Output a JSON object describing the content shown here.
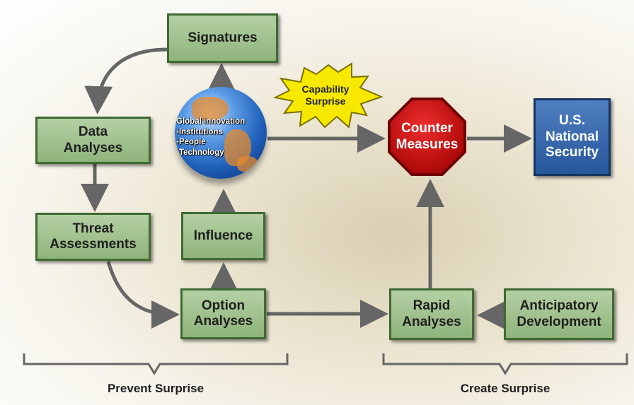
{
  "nodes": {
    "signatures": "Signatures",
    "data_analyses": "Data\nAnalyses",
    "threat_assessments": "Threat\nAssessments",
    "influence": "Influence",
    "option_analyses": "Option\nAnalyses",
    "rapid_analyses": "Rapid\nAnalyses",
    "anticipatory_development": "Anticipatory\nDevelopment",
    "counter_measures": "Counter\nMeasures",
    "us_national_security": "U.S.\nNational\nSecurity",
    "capability_surprise": "Capability\nSurprise"
  },
  "globe": {
    "title": "Global innovation",
    "items": [
      "-Institutions",
      "-People",
      "-Technology"
    ]
  },
  "groups": {
    "prevent_surprise": "Prevent Surprise",
    "create_surprise": "Create Surprise"
  },
  "colors": {
    "box_fill": "#9fc08c",
    "box_border": "#3f6a32",
    "octagon": "#c40f0f",
    "blue_box": "#2f62a6",
    "star": "#f6e800",
    "arrow": "#666666"
  }
}
